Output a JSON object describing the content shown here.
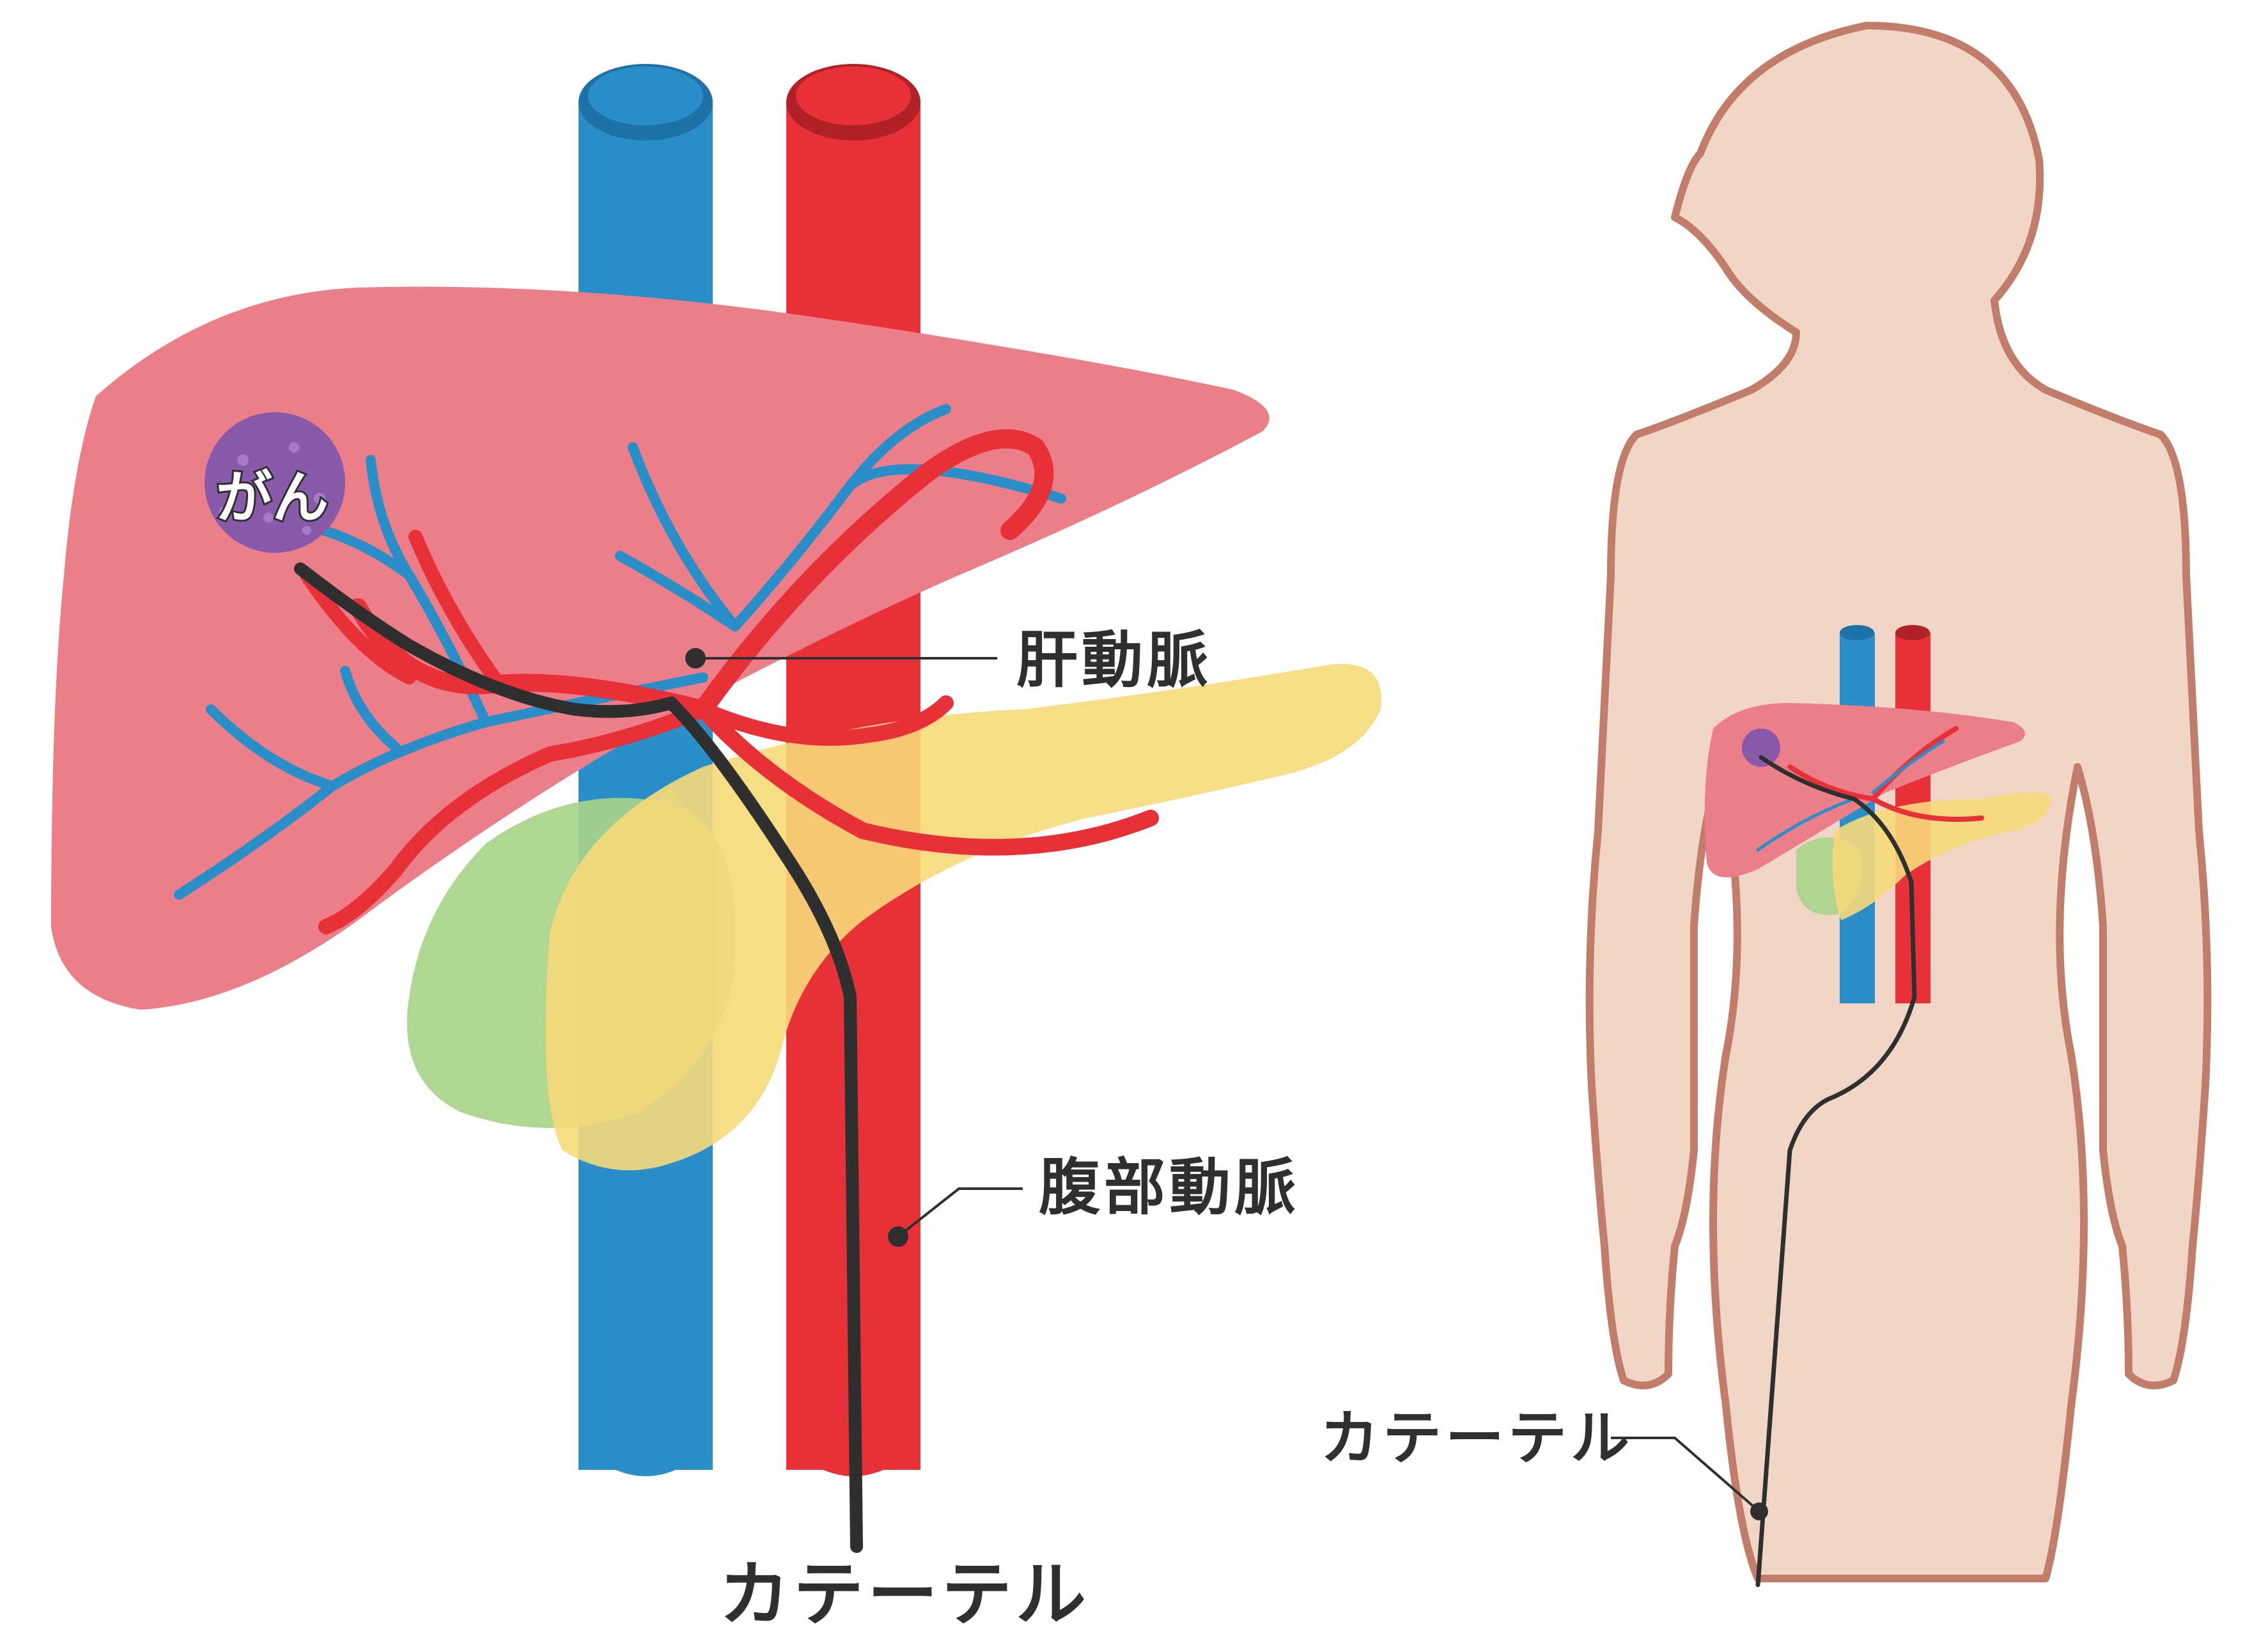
{
  "labels": {
    "cancer": "がん",
    "hepatic_artery": "肝動脈",
    "abdominal_aorta": "腹部動脈",
    "catheter_left": "カテーテル",
    "catheter_right": "カテーテル"
  },
  "colors": {
    "liver": "#ec7e8a",
    "vein": "#2a8fc8",
    "artery": "#e83038",
    "pancreas": "#f7d97a",
    "gallbladder": "#a8d48a",
    "tumor": "#8a5aaa",
    "catheter": "#2f2f2f",
    "skin": "#f1d6c8",
    "skin_outline": "#c27c6a"
  }
}
